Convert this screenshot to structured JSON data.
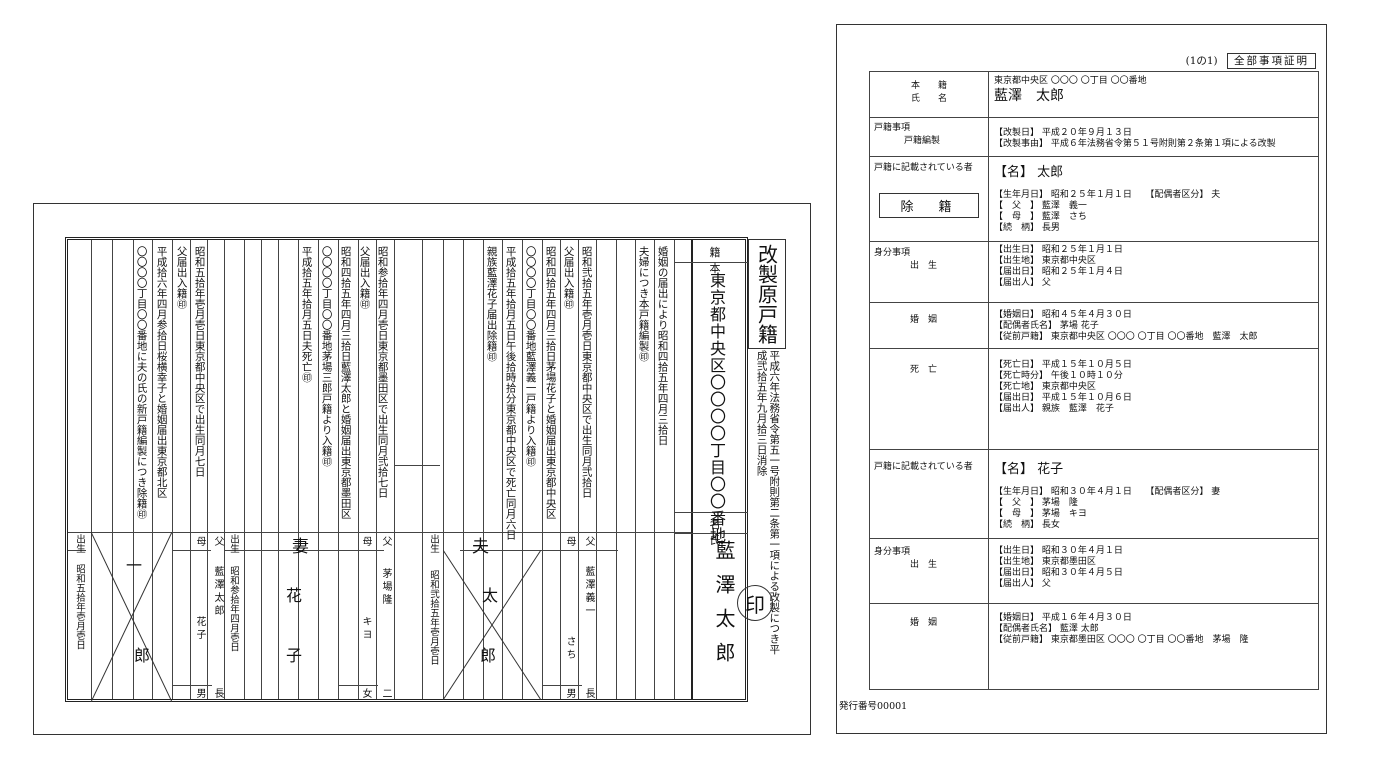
{
  "left": {
    "title": "改製原戸籍",
    "title_note": "平成六年法務省令第五一号附則第二条第一項による改製につき平成弐拾五年九月拾三日消除",
    "seal": "印",
    "honseki_label": "籍　本",
    "honseki_value": "東京都中央区〇〇〇〇丁目〇〇番地",
    "name_label": "名　氏",
    "head_name": "藍澤太郎",
    "entries_head": [
      "婚姻の届出により昭和四拾五年四月三拾日",
      "夫婦につき本戸籍編製㊞"
    ],
    "entries_taro": [
      "昭和弐拾五年壱月壱日東京都中央区で出生同月弐拾日",
      "父届出入籍㊞",
      "昭和四拾五年四月三拾日茅場花子と婚姻届出東京都中央区",
      "〇〇〇〇丁目〇〇番地藍澤義一戸籍より入籍㊞",
      "平成拾五年拾月五日午後拾時拾分東京都中央区で死亡同月六日",
      "親族藍澤花子届出除籍㊞"
    ],
    "entries_hanako": [
      "昭和参拾年四月壱日東京都墨田区で出生同月弐拾七日",
      "父届出入籍㊞",
      "昭和四拾五年四月三拾日藍澤太郎と婚姻届出東京都墨田区",
      "〇〇〇〇丁目〇〇番地茅場三郎戸籍より入籍㊞",
      "平成拾五年拾月五日夫死亡㊞"
    ],
    "entries_ichiro": [
      "昭和五拾年壱月壱日東京都中央区で出生同月七日",
      "父届出入籍㊞",
      "平成拾六年四月参拾日桜横幸子と婚姻届出東京都北区",
      "〇〇〇〇丁目〇〇番地に夫の氏の新戸籍編製につき除籍㊞"
    ],
    "taro": {
      "father_label": "父",
      "father": "藍澤義一",
      "mother_label": "母",
      "mother": "さち",
      "relation_label": "長",
      "relation_sex": "男",
      "role": "夫",
      "name1": "太",
      "name2": "郎",
      "birth_label": "出生",
      "birth": "昭和弐拾五年壱月壱日"
    },
    "hanako": {
      "father_label": "父",
      "father": "茅場隆",
      "mother_label": "母",
      "mother": "キヨ",
      "relation_label": "二",
      "relation_sex": "女",
      "role": "妻",
      "name1": "花",
      "name2": "子",
      "birth_label": "出生",
      "birth": "昭和参拾年四月壱日"
    },
    "ichiro": {
      "father_label": "父",
      "father": "藍澤太郎",
      "mother_label": "母",
      "mother": "花子",
      "relation_label": "長",
      "relation_sex": "男",
      "name1": "一",
      "name2": "郎",
      "birth_label": "出生",
      "birth": "昭和五拾年壱月壱日"
    }
  },
  "right": {
    "page": "(1の1)",
    "cert_type": "全部事項証明",
    "honseki_label": "本　　籍",
    "name_label": "氏　　名",
    "honseki": "東京都中央区 〇〇〇 〇丁目 〇〇番地",
    "name": "藍澤　太郎",
    "koseki_jiko": "戸籍事項",
    "koseki_hensei": "戸籍編製",
    "kaisei_date": "【改製日】 平成２０年９月１３日",
    "kaisei_reason": "【改製事由】 平成６年法務省令第５１号附則第２条第１項による改製",
    "person_label": "戸籍に記載されている者",
    "removed": "除　籍",
    "p1": {
      "name": "【名】 太郎",
      "birth": "【生年月日】 昭和２５年１月１日　　【配偶者区分】 夫",
      "father": "【　父　】 藍澤　義一",
      "mother": "【　母　】 藍澤　さち",
      "relation": "【続　柄】 長男",
      "status_label": "身分事項",
      "birth_event": "出　生",
      "b1": "【出生日】 昭和２５年１月１日",
      "b2": "【出生地】 東京都中央区",
      "b3": "【届出日】 昭和２５年１月４日",
      "b4": "【届出人】 父",
      "marriage_event": "婚　姻",
      "m1": "【婚姻日】 昭和４５年４月３０日",
      "m2": "【配偶者氏名】 茅場 花子",
      "m3": "【従前戸籍】 東京都中央区 〇〇〇 〇丁目 〇〇番地　藍澤　太郎",
      "death_event": "死　亡",
      "d1": "【死亡日】 平成１５年１０月５日",
      "d2": "【死亡時分】 午後１０時１０分",
      "d3": "【死亡地】 東京都中央区",
      "d4": "【届出日】 平成１５年１０月６日",
      "d5": "【届出人】 親族　藍澤　花子"
    },
    "p2": {
      "name": "【名】 花子",
      "birth": "【生年月日】 昭和３０年４月１日　　【配偶者区分】 妻",
      "father": "【　父　】 茅場　隆",
      "mother": "【　母　】 茅場　キヨ",
      "relation": "【続　柄】 長女",
      "status_label": "身分事項",
      "birth_event": "出　生",
      "b1": "【出生日】 昭和３０年４月１日",
      "b2": "【出生地】 東京都墨田区",
      "b3": "【届出日】 昭和３０年４月５日",
      "b4": "【届出人】 父",
      "marriage_event": "婚　姻",
      "m1": "【婚姻日】 平成１６年４月３０日",
      "m2": "【配偶者氏名】 藍澤 太郎",
      "m3": "【従前戸籍】 東京都墨田区 〇〇〇 〇丁目 〇〇番地　茅場　隆"
    },
    "issue_no": "発行番号00001"
  }
}
